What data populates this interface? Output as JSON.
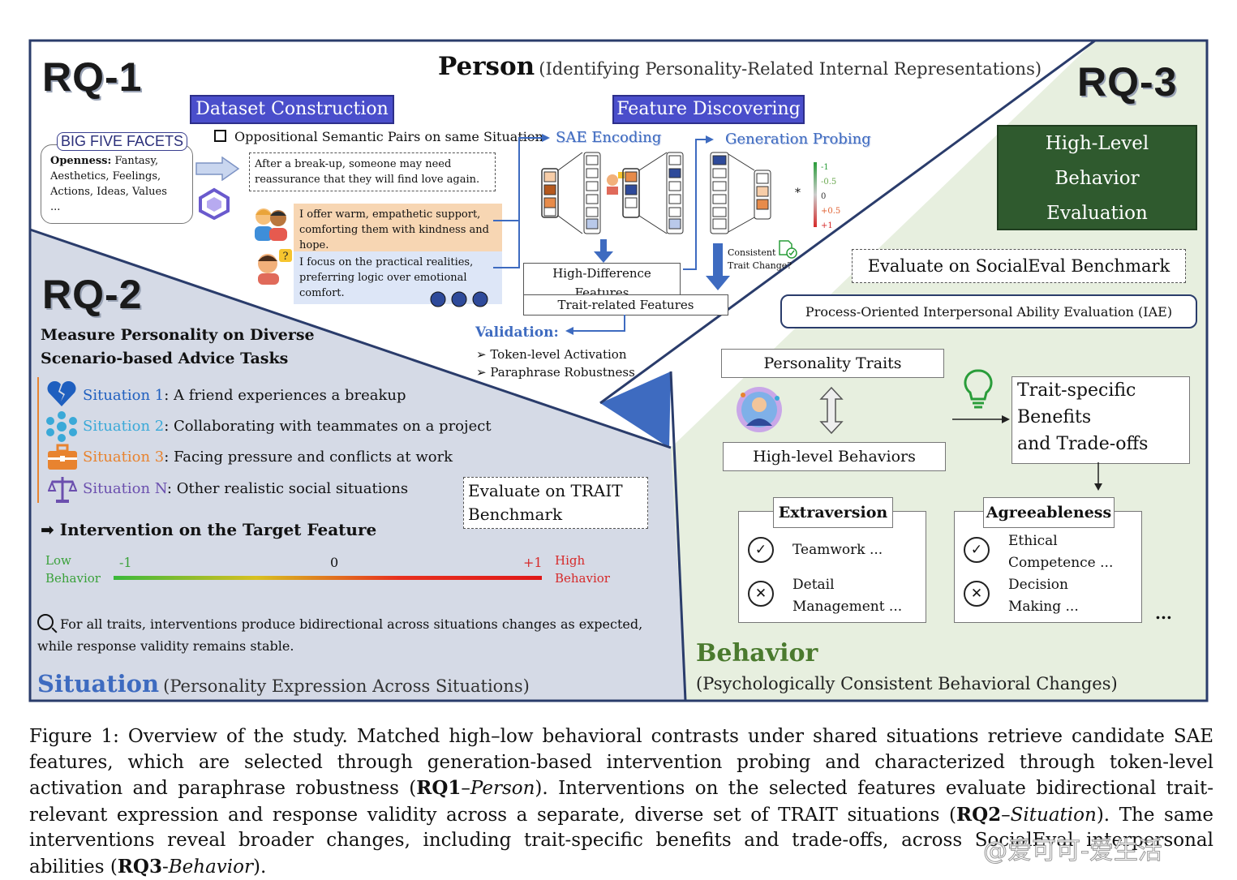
{
  "rq1": {
    "label": "RQ-1",
    "person_title": "Person",
    "person_subtitle": "(Identifying Personality-Related Internal Representations)",
    "dataset_construction": "Dataset Construction",
    "feature_discovering": "Feature Discovering",
    "big_five_label": "BIG FIVE FACETS",
    "openness_head": "Openness:",
    "openness_text": "Fantasy, Aesthetics, Feelings, Actions, Ideas, Values",
    "openness_more": "...",
    "opp_pairs": "Oppositional Semantic Pairs on same Situation",
    "situation_text": "After a break-up, someone may need reassurance that they will find love again.",
    "response_high": "I offer warm, empathetic support, comforting them with kindness and hope.",
    "response_low": "I focus on the practical realities, preferring logic over emotional comfort.",
    "sae_encoding": "SAE Encoding",
    "generation_probing": "Generation Probing",
    "scale_labels": [
      "-1",
      "-0.5",
      "0",
      "+0.5",
      "+1"
    ],
    "multiply": "*",
    "consistent_trait": "Consistent Trait Change?",
    "high_diff": "High-Difference Features",
    "trait_related": "Trait-related Features",
    "validation": "Validation:",
    "val_items": [
      "Token-level Activation",
      "Paraphrase Robustness"
    ]
  },
  "rq2": {
    "label": "RQ-2",
    "measure_title": "Measure Personality on Diverse Scenario-based Advice Tasks",
    "situations": [
      {
        "name": "Situation 1",
        "text": ": A friend experiences a breakup",
        "color": "#1f5fbf"
      },
      {
        "name": "Situation 2",
        "text": ": Collaborating with teammates on a project",
        "color": "#3aa9d8"
      },
      {
        "name": "Situation 3",
        "text": ": Facing pressure and conflicts at work",
        "color": "#e8832f"
      },
      {
        "name": "Situation N",
        "text": ": Other realistic social situations",
        "color": "#6b4fae"
      }
    ],
    "evaluate_trait": "Evaluate on TRAIT Benchmark",
    "intervention": "Intervention on the Target Feature",
    "low_behavior": "Low Behavior",
    "high_behavior": "High Behavior",
    "scale_min": "-1",
    "scale_mid": "0",
    "scale_max": "+1",
    "finding": "For all traits, interventions produce bidirectional across situations changes as expected, while response validity remains stable.",
    "situation_title": "Situation",
    "situation_subtitle": "(Personality Expression Across Situations)"
  },
  "rq3": {
    "label": "RQ-3",
    "high_level_eval": [
      "High-Level",
      "Behavior",
      "Evaluation"
    ],
    "socialeval": "Evaluate on SocialEval Benchmark",
    "iae": "Process-Oriented Interpersonal Ability Evaluation (IAE)",
    "personality_traits": "Personality Traits",
    "high_level_behaviors": "High-level Behaviors",
    "trait_specific": [
      "Trait-specific",
      "Benefits",
      "and Trade-offs"
    ],
    "extraversion": "Extraversion",
    "extra_pos": "Teamwork ...",
    "extra_neg": [
      "Detail",
      "Management ..."
    ],
    "agreeableness": "Agreeableness",
    "agree_pos": [
      "Ethical",
      "Competence ..."
    ],
    "agree_neg": [
      "Decision",
      "Making ..."
    ],
    "ellipsis": "...",
    "behavior_title": "Behavior",
    "behavior_subtitle": "(Psychologically Consistent Behavioral Changes)"
  },
  "caption": {
    "part1": "Figure 1: Overview of the study. Matched high–low behavioral contrasts under shared situations retrieve candidate SAE features, which are selected through generation-based intervention probing and characterized through token-level activation and paraphrase robustness (",
    "rq1": "RQ1",
    "dash1": "–",
    "person": "Person",
    "part2": "). Interventions on the selected features evaluate bidirectional trait-relevant expression and response validity across a separate, diverse set of TRAIT situations (",
    "rq2": "RQ2",
    "dash2": "–",
    "situation": "Situation",
    "part3": "). The same interventions reveal broader changes, including trait-specific benefits and trade-offs, across SocialEval interpersonal abilities (",
    "rq3": "RQ3",
    "dash3": "-",
    "behavior": "Behavior",
    "part4": ").",
    "watermark": "@爱可可-爱生活"
  }
}
